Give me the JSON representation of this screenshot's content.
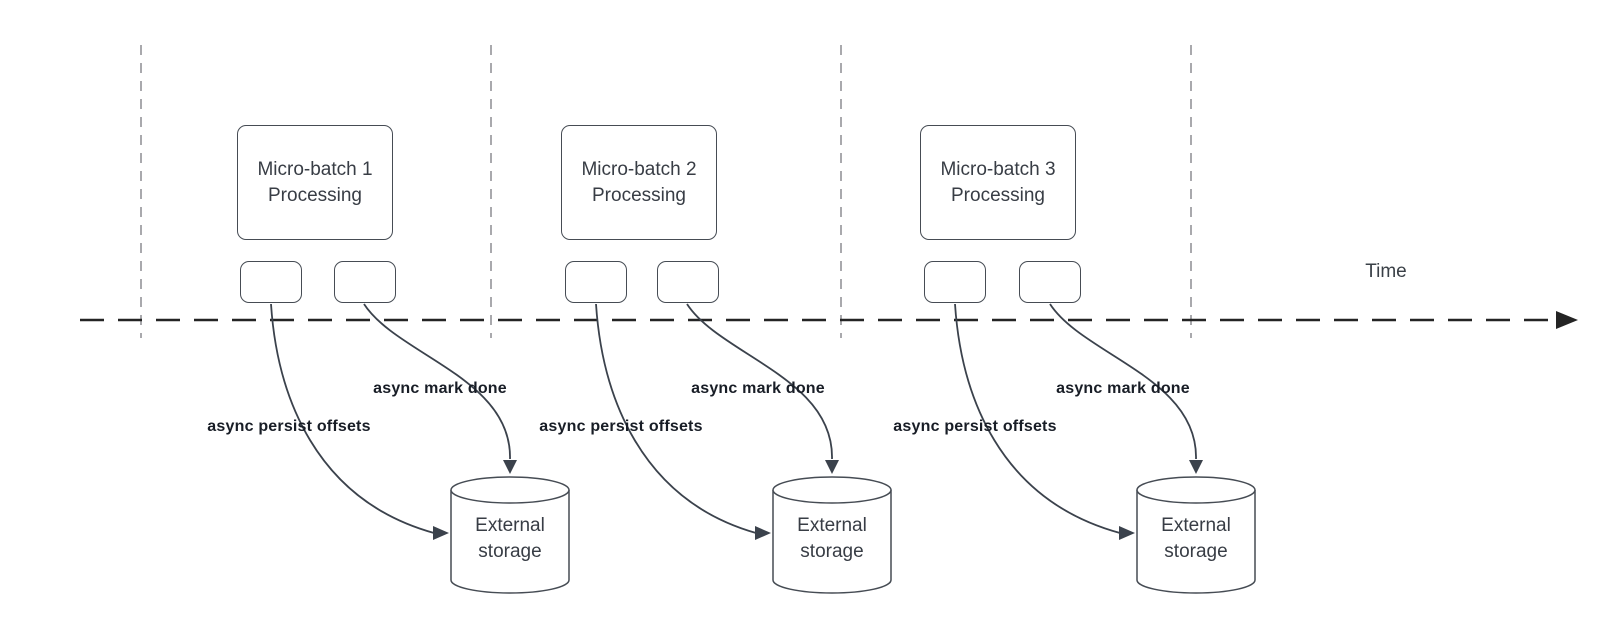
{
  "diagram": {
    "time_label": "Time",
    "batches": [
      {
        "title_line1": "Micro-batch 1",
        "title_line2": "Processing",
        "persist_label": "async persist offsets",
        "mark_done_label": "async mark done",
        "storage_line1": "External",
        "storage_line2": "storage"
      },
      {
        "title_line1": "Micro-batch 2",
        "title_line2": "Processing",
        "persist_label": "async persist offsets",
        "mark_done_label": "async mark done",
        "storage_line1": "External",
        "storage_line2": "storage"
      },
      {
        "title_line1": "Micro-batch 3",
        "title_line2": "Processing",
        "persist_label": "async persist offsets",
        "mark_done_label": "async mark done",
        "storage_line1": "External",
        "storage_line2": "storage"
      }
    ],
    "colors": {
      "shape_stroke": "#464c54",
      "curve_stroke": "#3b424c",
      "timeline_stroke": "#242424",
      "guide_stroke": "#a9a9ad",
      "shape_text": "#383d45",
      "label_text": "#181d26"
    }
  }
}
